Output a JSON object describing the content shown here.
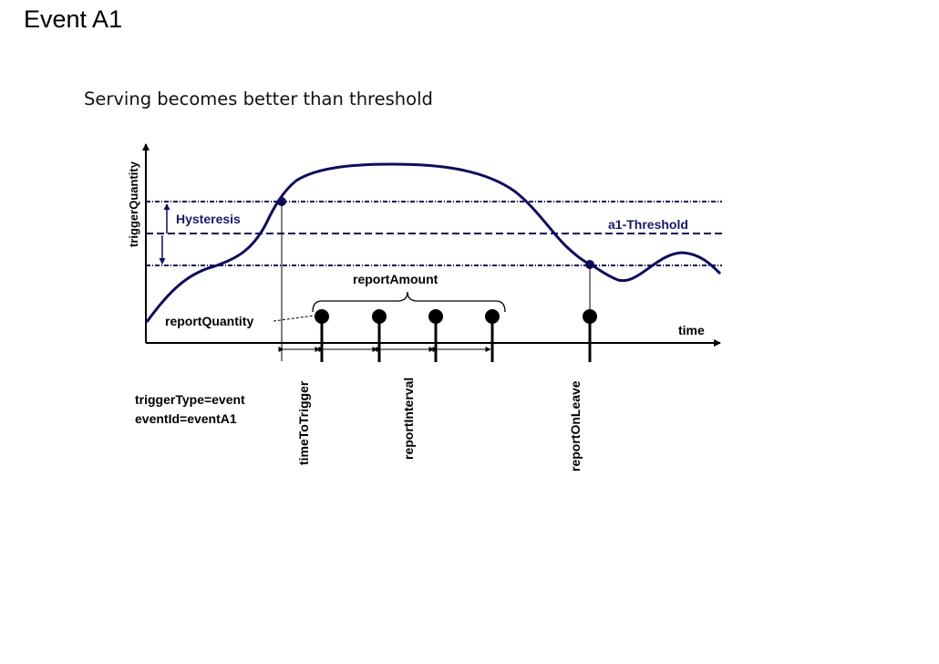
{
  "slide": {
    "title": "Event A1",
    "subtitle": "Serving becomes better than threshold"
  },
  "diagram": {
    "y_axis_label": "triggerQuantity",
    "x_axis_label": "time",
    "hysteresis_label": "Hysteresis",
    "threshold_label": "a1-Threshold",
    "report_amount_label": "reportAmount",
    "report_quantity_label": "reportQuantity",
    "time_to_trigger_label": "timeToTrigger",
    "report_interval_label": "reportInterval",
    "report_on_leave_label": "reportOnLeave",
    "trigger_type_label": "triggerType=event",
    "event_id_label": "eventId=eventA1",
    "report_count": 4
  },
  "colors": {
    "curve": "#0d0d5c",
    "threshold": "#0d0d5c",
    "text": "#000000",
    "label_accent": "#1a1a66"
  }
}
